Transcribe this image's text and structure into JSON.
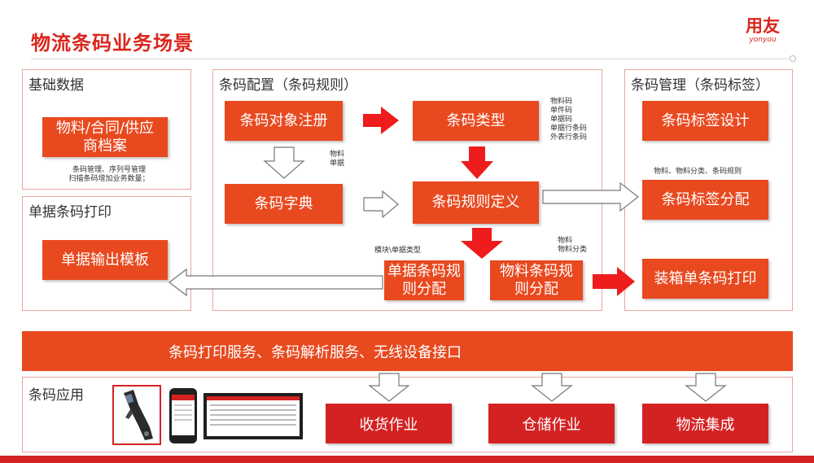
{
  "header": {
    "title": "物流条码业务场景",
    "logo_cn": "用友",
    "logo_en": "yonyou"
  },
  "colors": {
    "accent": "#e8491f",
    "brand_red": "#d42222",
    "panel_border": "#e8a59f"
  },
  "panels": {
    "basic_data": "基础数据",
    "barcode_config": "条码配置（条码规则）",
    "barcode_mgmt": "条码管理（条码标签）",
    "doc_print": "单据条码打印",
    "barcode_app": "条码应用"
  },
  "boxes": {
    "master_files": "物料/合同/供应商档案",
    "object_register": "条码对象注册",
    "barcode_type": "条码类型",
    "barcode_dict": "条码字典",
    "rule_define": "条码规则定义",
    "doc_rule_assign": "单据条码规则分配",
    "material_rule_assign": "物料条码规则分配",
    "label_design": "条码标签设计",
    "label_assign": "条码标签分配",
    "packing_print": "装箱单条码打印",
    "doc_output_template": "单据输出模板",
    "service_bar": "条码打印服务、条码解析服务、无线设备接口",
    "receiving": "收货作业",
    "warehousing": "仓储作业",
    "logistics": "物流集成"
  },
  "notes": {
    "basic_data_note": [
      "条码管理、序列号管理",
      "扫描条码增加业务数量；"
    ],
    "type_list": [
      "物料码",
      "单件码",
      "单据码",
      "单据行条码",
      "外表行条码"
    ],
    "dict_note": [
      "物料",
      "单据"
    ],
    "label_note": "物料、物料分类、条码规则",
    "doc_rule_note": "模块\\单据类型",
    "material_rule_note": [
      "物料",
      "物料分类"
    ]
  },
  "icons": [
    "scanner-device-icon",
    "smartphone-app-icon",
    "desktop-software-icon"
  ]
}
